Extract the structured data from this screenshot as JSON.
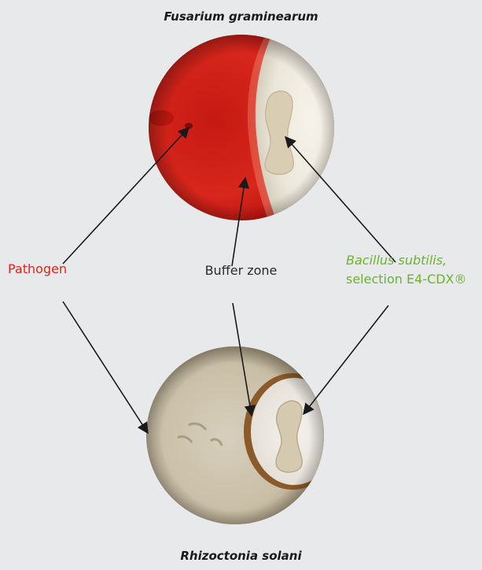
{
  "titles": {
    "top": "Fusarium graminearum",
    "bottom": "Rhizoctonia solani"
  },
  "labels": {
    "pathogen": "Pathogen",
    "buffer_zone": "Buffer zone",
    "bacillus_line1": "Bacillus subtilis,",
    "bacillus_line2": "selection E4-CDX®"
  },
  "colors": {
    "background": "#e8e9eb",
    "pathogen": "#e2231a",
    "bacillus": "#6ab42d",
    "arrow": "#1a1a1a",
    "text": "#1a1a1a"
  }
}
